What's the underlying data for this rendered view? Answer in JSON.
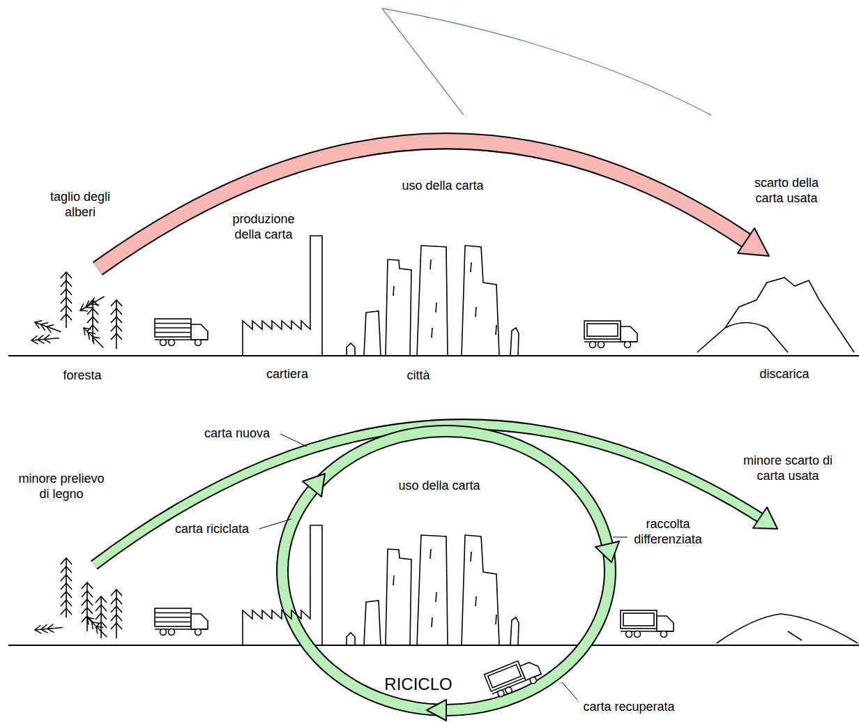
{
  "diagram": {
    "labels": [
      "taglio degli alberi",
      "uso della carta",
      "scarto della carta usata",
      "produzione della carta",
      "foresta",
      "cartiera",
      "città",
      "discarica",
      "carta nuova",
      "minore prelievo di legno",
      "uso della carta",
      "minore scarto di carta usata",
      "carta riciclata",
      "raccolta differenziata",
      "RICICLO",
      "carta recuperata"
    ]
  }
}
